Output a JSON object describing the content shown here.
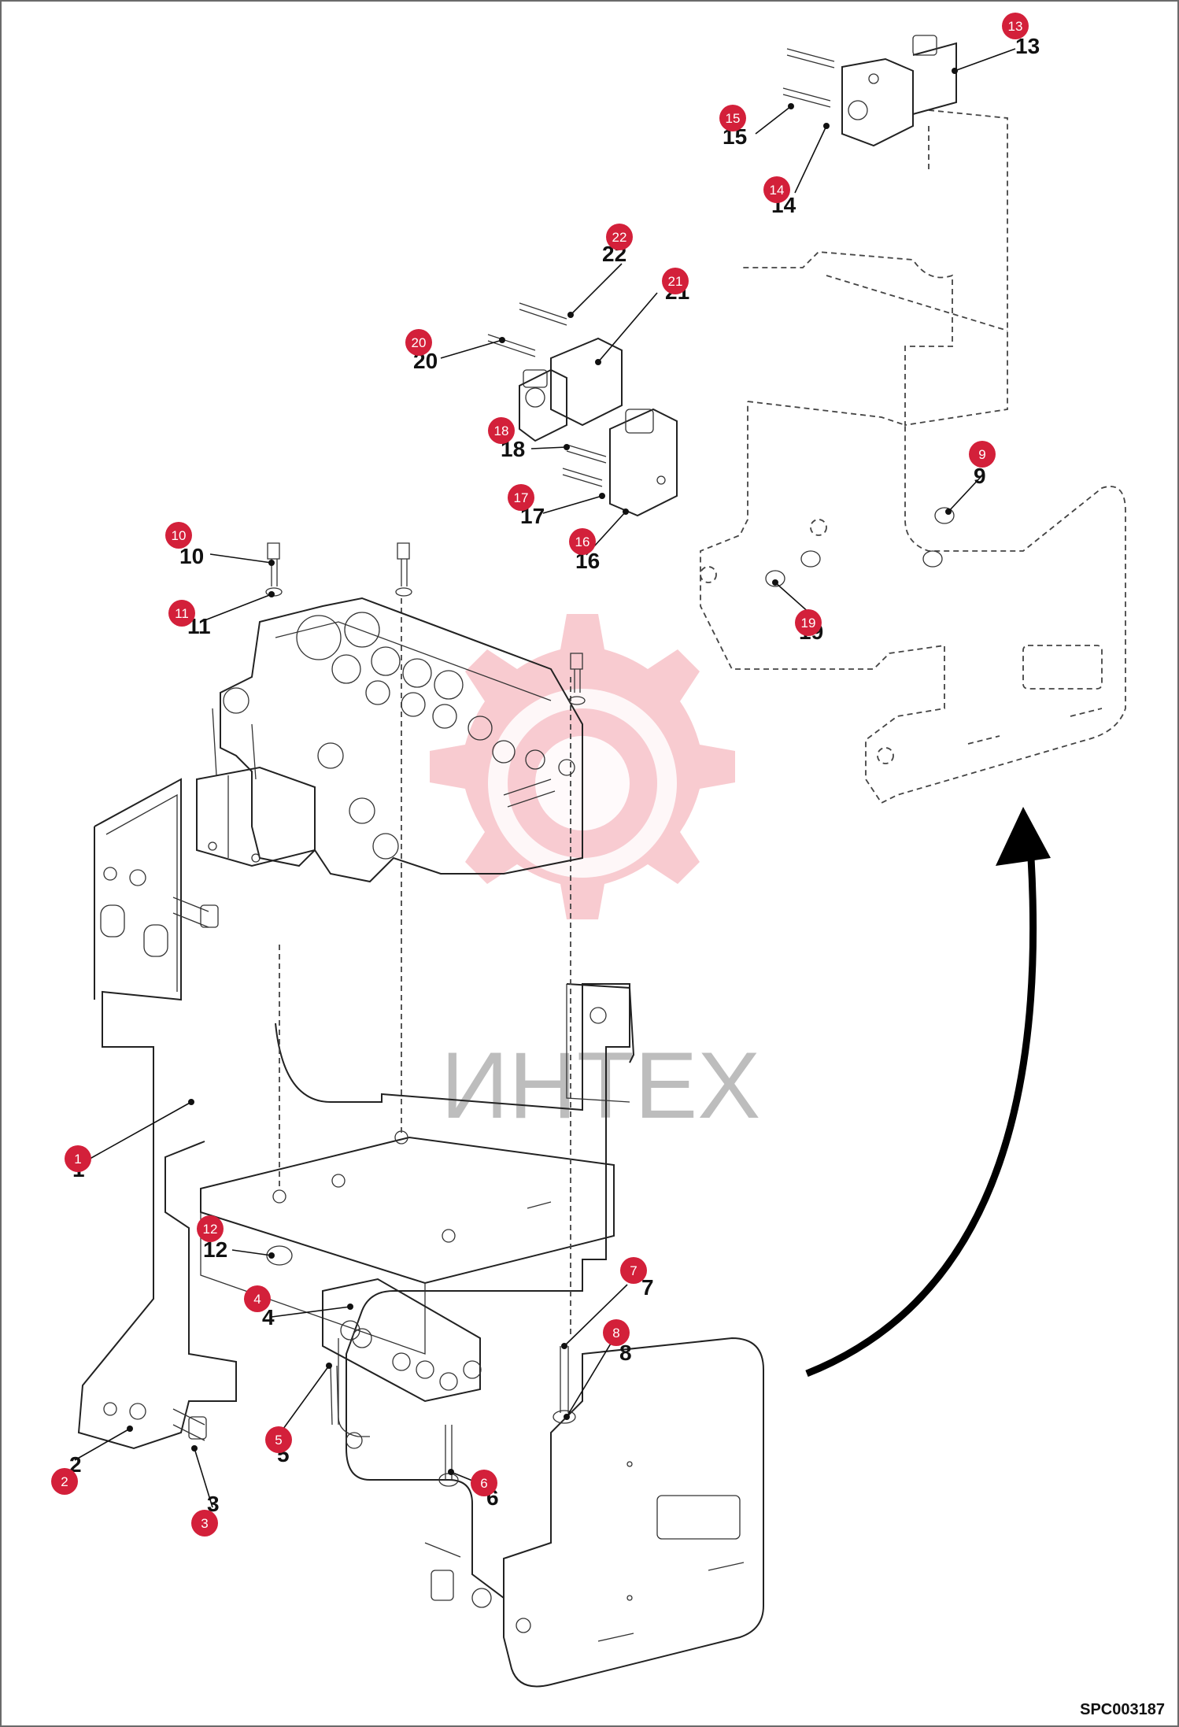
{
  "document_code": "SPC003187",
  "watermark_text": "ИНТЕХ",
  "callouts": [
    {
      "num": "1",
      "label": "1"
    },
    {
      "num": "2",
      "label": "2"
    },
    {
      "num": "3",
      "label": "3"
    },
    {
      "num": "4",
      "label": "4"
    },
    {
      "num": "5",
      "label": "5"
    },
    {
      "num": "6",
      "label": "6"
    },
    {
      "num": "7",
      "label": "7"
    },
    {
      "num": "8",
      "label": "8"
    },
    {
      "num": "9",
      "label": "9"
    },
    {
      "num": "10",
      "label": "10"
    },
    {
      "num": "11",
      "label": "11"
    },
    {
      "num": "12",
      "label": "12"
    },
    {
      "num": "13",
      "label": "13"
    },
    {
      "num": "14",
      "label": "14"
    },
    {
      "num": "15",
      "label": "15"
    },
    {
      "num": "16",
      "label": "16"
    },
    {
      "num": "17",
      "label": "17"
    },
    {
      "num": "18",
      "label": "18"
    },
    {
      "num": "19",
      "label": "19"
    },
    {
      "num": "20",
      "label": "20"
    },
    {
      "num": "21",
      "label": "21"
    },
    {
      "num": "22",
      "label": "22"
    }
  ],
  "colors": {
    "callout": "#d3203a",
    "watermark": "#f2a0aa"
  }
}
